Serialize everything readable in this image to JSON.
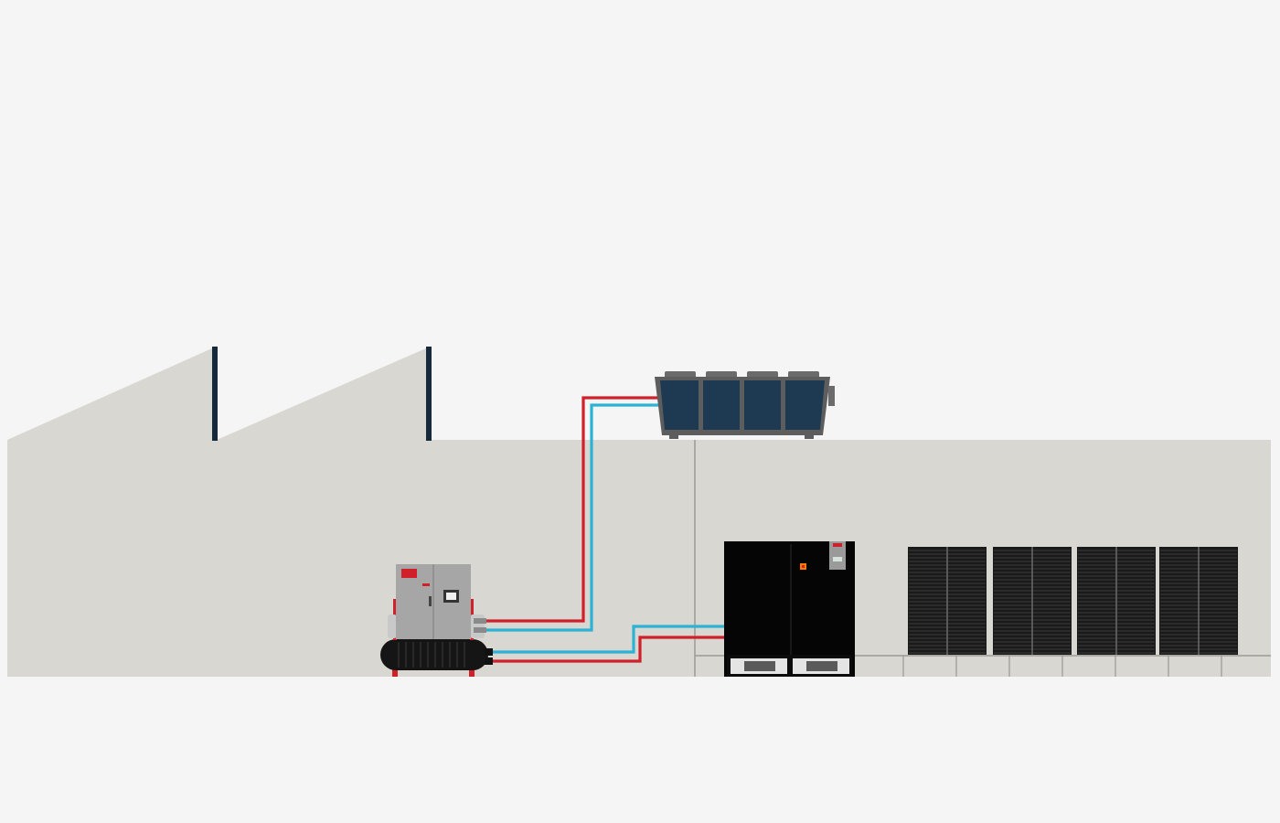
{
  "scene": {
    "title": "",
    "colors": {
      "background": "#f5f5f5",
      "building_wall": "#d8d7d1",
      "roof_post": "#15293a",
      "hot_pipe": "#d0202a",
      "cold_pipe": "#2bb3d6",
      "dryer_cabinet": "#050505",
      "compressor_body": "#a6a6a6",
      "air_receiver": "#151515",
      "cooler_panel": "#1d3a52",
      "cooler_frame": "#5d5d5d",
      "louver_panel": "#1a1a1a",
      "brand_red": "#d0202a"
    },
    "components": {
      "building": {
        "icon": "factory-building-icon",
        "roof_style": "sawtooth"
      },
      "compressor": {
        "icon": "air-compressor-icon",
        "logo_text": ""
      },
      "air_receiver": {
        "icon": "air-receiver-tank-icon"
      },
      "dryer": {
        "icon": "industrial-cabinet-icon"
      },
      "cooler": {
        "icon": "rooftop-dry-cooler-icon",
        "panel_count": 4
      },
      "louvers": {
        "icon": "ventilation-louver-icon",
        "panel_count": 4
      },
      "pipes": {
        "hot_icon": "hot-water-pipe-icon",
        "cold_icon": "cold-water-pipe-icon"
      }
    }
  }
}
